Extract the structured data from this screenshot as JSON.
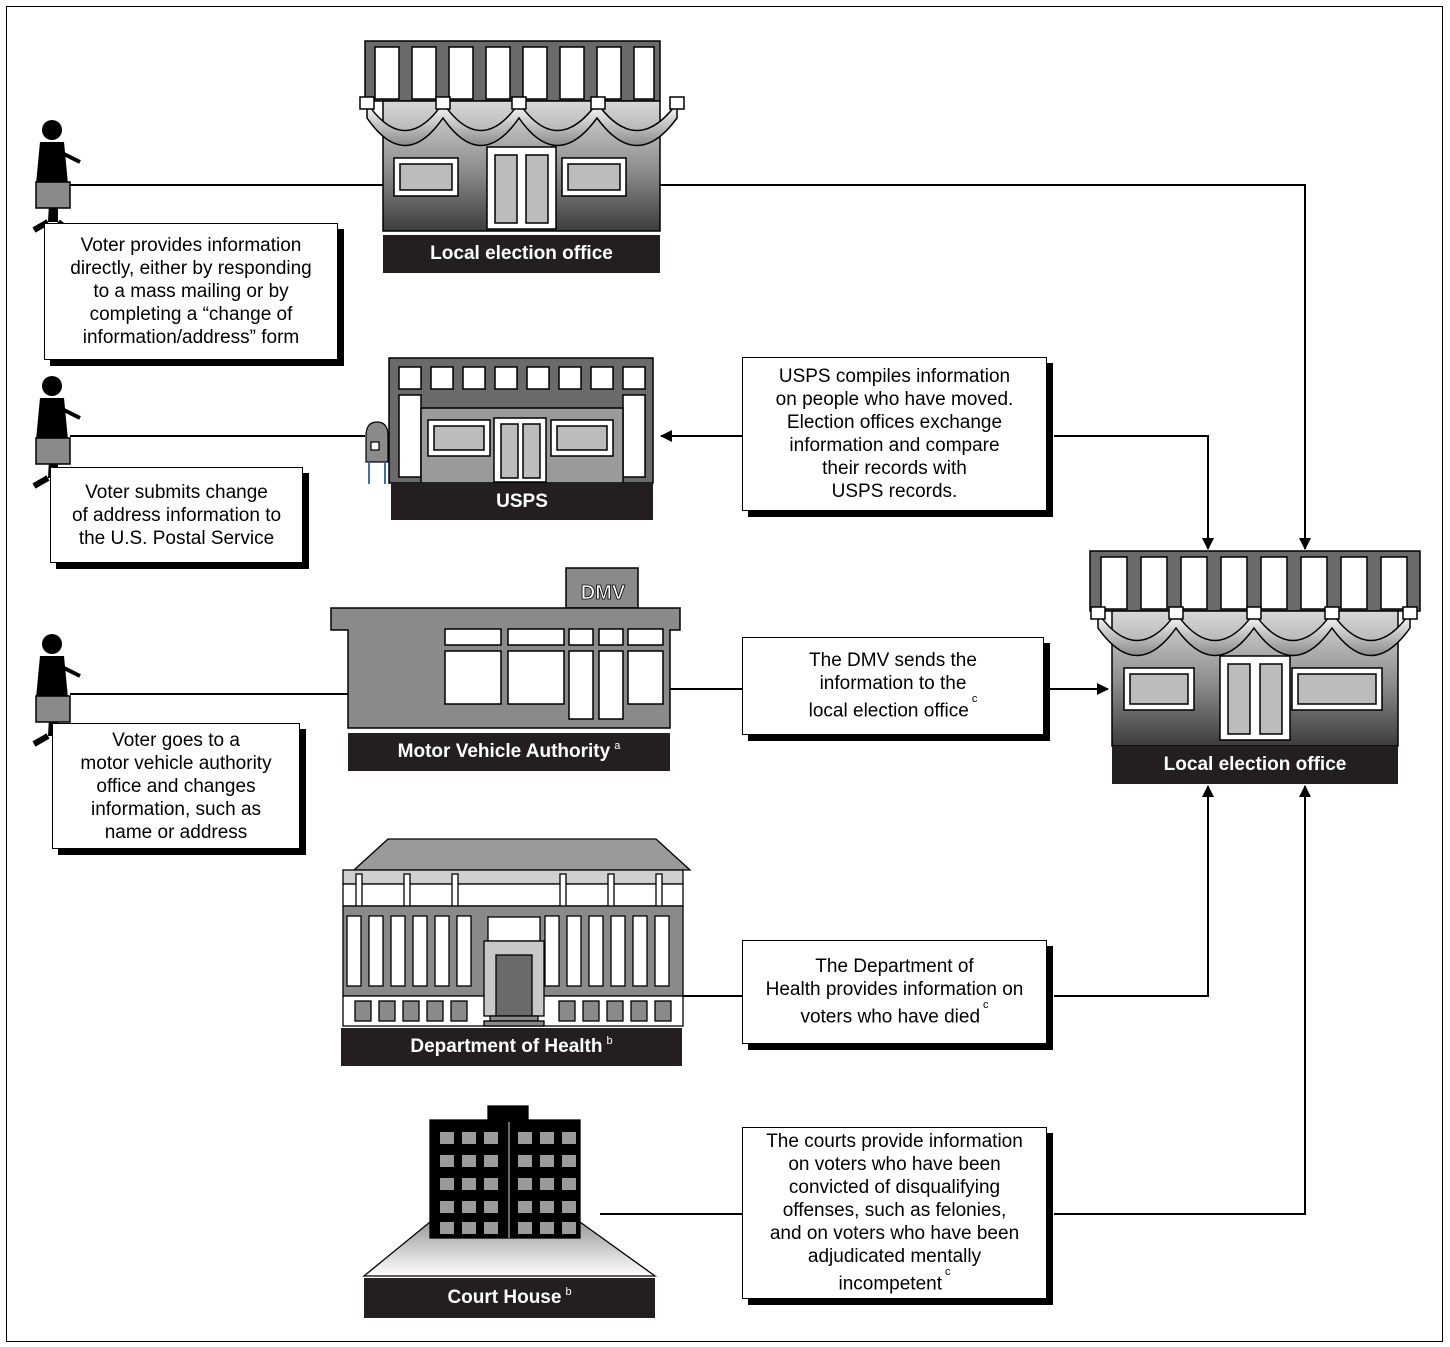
{
  "labels": {
    "local_election_office_top": "Local election office",
    "usps": "USPS",
    "motor_vehicle_authority": "Motor Vehicle Authority",
    "motor_vehicle_authority_note": "a",
    "local_election_office_right": "Local election office",
    "department_of_health": "Department of Health",
    "department_of_health_note": "b",
    "court_house": "Court House",
    "court_house_note": "b",
    "dmv_sign": "DMV"
  },
  "boxes": {
    "voter_direct": "Voter provides information\ndirectly, either by responding\nto a mass mailing or by\ncompleting a “change of\ninformation/address” form",
    "voter_usps": "Voter submits change\nof address information to\nthe U.S. Postal Service",
    "voter_dmv": "Voter goes to a\nmotor vehicle authority\noffice and changes\ninformation, such as\nname or address",
    "usps_compiles": "USPS compiles information\non people who have moved.\nElection offices exchange\ninformation and compare\ntheir records with\nUSPS records.",
    "dmv_sends": "The DMV sends the\ninformation to the\nlocal election office",
    "dmv_sends_note": "c",
    "health_provides": "The Department of\nHealth provides information on\nvoters who have died",
    "health_provides_note": "c",
    "courts_provide": "The courts provide information\non voters who have been\nconvicted of disqualifying\noffenses, such as felonies,\nand on voters who have been\nadjudicated mentally\nincompetent",
    "courts_provide_note": "c"
  }
}
